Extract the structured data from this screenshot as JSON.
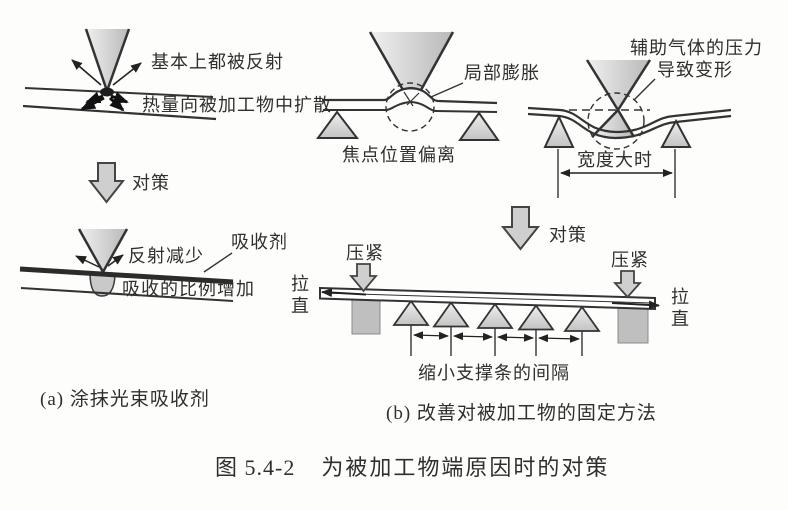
{
  "colors": {
    "paper": "#fdfdfb",
    "ink": "#2f2f2f",
    "line": "#333333",
    "cone_gray_light": "#ededed",
    "cone_gray_dark": "#bdbdbd",
    "block_arrow_gray": "#cfcfcf",
    "clamp_gray": "#bfbfbf"
  },
  "panel_a": {
    "problem": {
      "reflect_label": "基本上都被反射",
      "heat_label": "热量向被加工物中扩散"
    },
    "countermeasure_label": "对策",
    "solution": {
      "reflect_less_label": "反射减少",
      "absorbent_label": "吸收剂",
      "absorb_more_label": "吸收的比例增加"
    },
    "caption": "(a) 涂抹光束吸收剂"
  },
  "panel_b": {
    "focus_problem": {
      "bulge_label": "局部膨胀",
      "focus_label": "焦点位置偏离"
    },
    "gas_problem": {
      "gas_label_line1": "辅助气体的压力",
      "gas_label_line2": "导致变形",
      "width_label": "宽度大时"
    },
    "countermeasure_label": "对策",
    "solution": {
      "clamp_left_label": "压紧",
      "clamp_right_label": "压紧",
      "pull_left_label": "拉直",
      "pull_right_label": "拉直",
      "spacing_label": "缩小支撑条的间隔"
    },
    "caption": "(b) 改善对被加工物的固定方法"
  },
  "figure_caption": {
    "number": "图 5.4-2",
    "title": "为被加工物端原因时的对策"
  }
}
